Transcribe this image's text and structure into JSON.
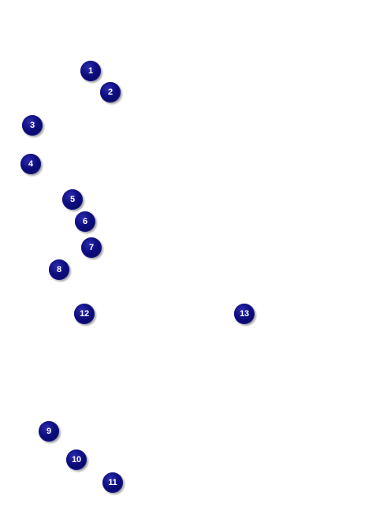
{
  "callouts": {
    "c1": "1",
    "c2": "2",
    "c3": "3",
    "c4": "4",
    "c5": "5",
    "c6": "6",
    "c7": "7",
    "c8": "8",
    "c9": "9",
    "c10": "10",
    "c11": "11",
    "c12": "12",
    "c13": "13"
  },
  "colors": {
    "marker_fill": "#0d0d7e",
    "marker_text": "#ffffff",
    "background": "#ffffff"
  }
}
